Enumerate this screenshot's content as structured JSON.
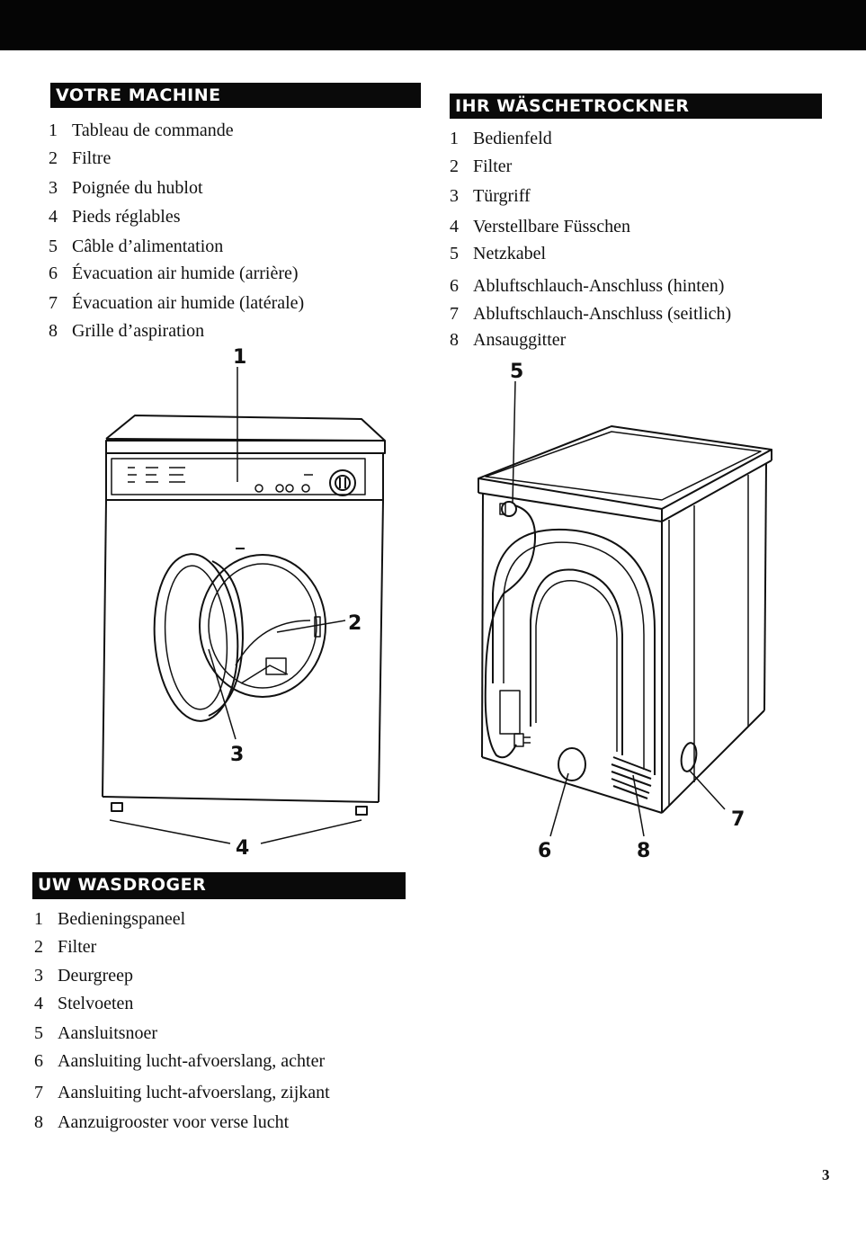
{
  "sections": {
    "fr": {
      "title": "VOTRE MACHINE",
      "items": [
        {
          "num": "1",
          "label": "Tableau de commande"
        },
        {
          "num": "2",
          "label": "Filtre"
        },
        {
          "num": "3",
          "label": "Poignée du hublot"
        },
        {
          "num": "4",
          "label": "Pieds réglables"
        },
        {
          "num": "5",
          "label": "Câble d’alimentation"
        },
        {
          "num": "6",
          "label": "Évacuation air humide (arrière)"
        },
        {
          "num": "7",
          "label": "Évacuation air humide (latérale)"
        },
        {
          "num": "8",
          "label": "Grille d’aspiration"
        }
      ]
    },
    "de": {
      "title": "IHR WÄSCHETROCKNER",
      "items": [
        {
          "num": "1",
          "label": "Bedienfeld"
        },
        {
          "num": "2",
          "label": "Filter"
        },
        {
          "num": "3",
          "label": "Türgriff"
        },
        {
          "num": "4",
          "label": "Verstellbare Füsschen"
        },
        {
          "num": "5",
          "label": "Netzkabel"
        },
        {
          "num": "6",
          "label": "Abluftschlauch-Anschluss (hinten)"
        },
        {
          "num": "7",
          "label": "Abluftschlauch-Anschluss (seitlich)"
        },
        {
          "num": "8",
          "label": "Ansauggitter"
        }
      ]
    },
    "nl": {
      "title": "UW WASDROGER",
      "items": [
        {
          "num": "1",
          "label": "Bedieningspaneel"
        },
        {
          "num": "2",
          "label": "Filter"
        },
        {
          "num": "3",
          "label": "Deurgreep"
        },
        {
          "num": "4",
          "label": "Stelvoeten"
        },
        {
          "num": "5",
          "label": "Aansluitsnoer"
        },
        {
          "num": "6",
          "label": "Aansluiting lucht-afvoerslang, achter"
        },
        {
          "num": "7",
          "label": "Aansluiting lucht-afvoerslang, zijkant"
        },
        {
          "num": "8",
          "label": "Aanzuigrooster voor verse lucht"
        }
      ]
    }
  },
  "figures": {
    "front": {
      "callouts": [
        "1",
        "2",
        "3",
        "4"
      ]
    },
    "rear": {
      "callouts": [
        "5",
        "6",
        "7",
        "8"
      ]
    }
  },
  "page_number": "3"
}
